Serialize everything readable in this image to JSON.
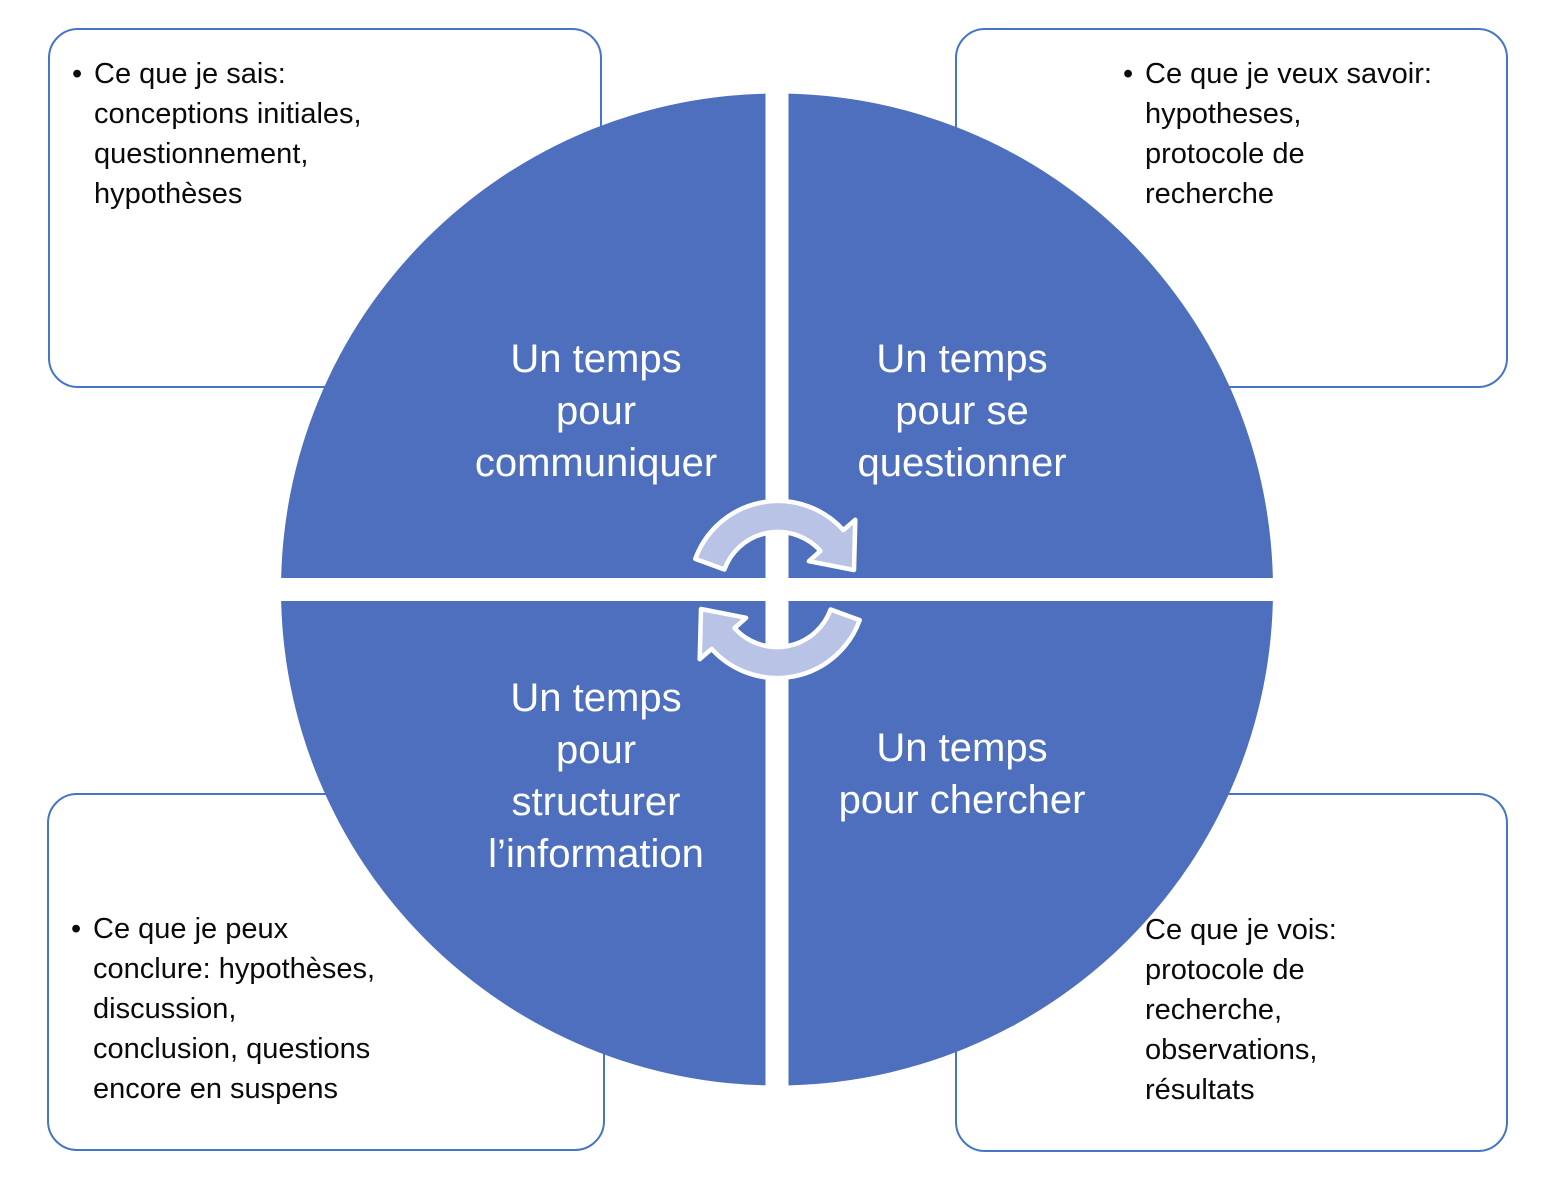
{
  "diagram": {
    "bullet": "•",
    "colors": {
      "circle": "#4D6FBD",
      "arrow": "#B9C3E6",
      "gap": "#FFFFFF",
      "box_border": "#4575C7"
    },
    "quadrants": {
      "top_left": {
        "label": "Un temps\npour\ncommuniquer"
      },
      "top_right": {
        "label": "Un temps\npour se\nquestionner"
      },
      "bottom_left": {
        "label": "Un temps\npour\nstructurer\nl’information"
      },
      "bottom_right": {
        "label": "Un temps\npour chercher"
      }
    },
    "notes": {
      "top_left": {
        "text": "Ce que je sais:\nconceptions initiales,\nquestionnement,\nhypothèses"
      },
      "top_right": {
        "text": "Ce que je veux savoir:\nhypotheses,\nprotocole de\nrecherche"
      },
      "bottom_left": {
        "text": "Ce que je peux\nconclure: hypothèses,\ndiscussion,\nconclusion, questions\nencore en suspens"
      },
      "bottom_right": {
        "text": "Ce que je vois:\nprotocole de\nrecherche,\nobservations,\nrésultats"
      }
    }
  }
}
